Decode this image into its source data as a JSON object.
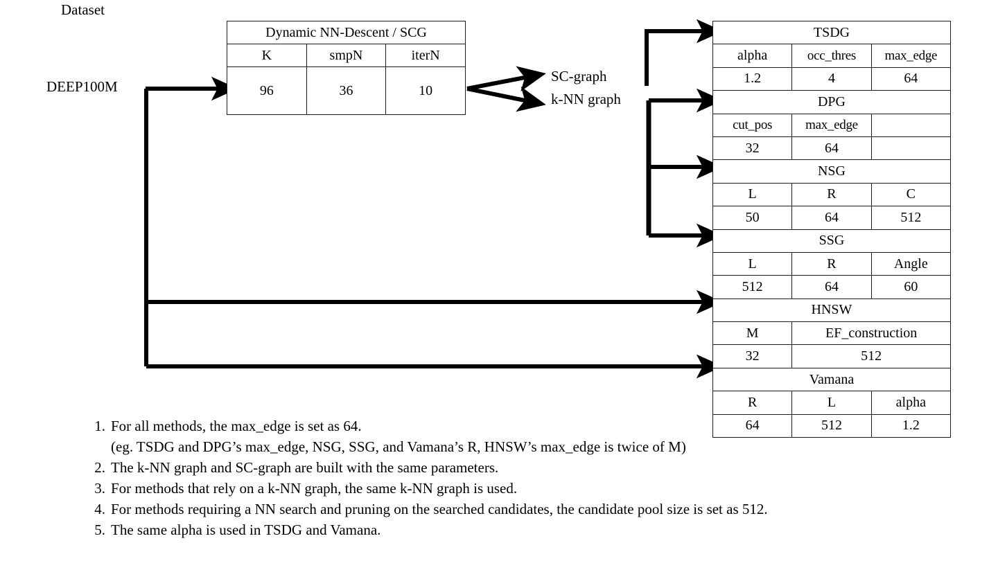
{
  "labels": {
    "dataset": "Dataset",
    "deep100m": "DEEP100M",
    "sc_graph": "SC-graph",
    "knn_graph": "k-NN graph"
  },
  "nn_descent_table": {
    "title": "Dynamic NN-Descent / SCG",
    "headers": [
      "K",
      "smpN",
      "iterN"
    ],
    "values": [
      "96",
      "36",
      "10"
    ]
  },
  "method_tables": [
    {
      "name": "TSDG",
      "headers": [
        "alpha",
        "occ_thres",
        "max_edge"
      ],
      "values": [
        "1.2",
        "4",
        "64"
      ]
    },
    {
      "name": "DPG",
      "headers": [
        "cut_pos",
        "max_edge",
        ""
      ],
      "values": [
        "32",
        "64",
        ""
      ]
    },
    {
      "name": "NSG",
      "headers": [
        "L",
        "R",
        "C"
      ],
      "values": [
        "50",
        "64",
        "512"
      ]
    },
    {
      "name": "SSG",
      "headers": [
        "L",
        "R",
        "Angle"
      ],
      "values": [
        "512",
        "64",
        "60"
      ]
    },
    {
      "name": "HNSW",
      "headers": [
        "M",
        "EF_construction"
      ],
      "values": [
        "32",
        "512"
      ]
    },
    {
      "name": "Vamana",
      "headers": [
        "R",
        "L",
        "alpha"
      ],
      "values": [
        "64",
        "512",
        "1.2"
      ]
    }
  ],
  "notes": [
    {
      "num": "1.",
      "text": "For all methods, the max_edge is set as 64.",
      "sub": "(eg. TSDG and DPG’s max_edge, NSG, SSG, and Vamana’s R, HNSW’s max_edge is twice of M)"
    },
    {
      "num": "2.",
      "text": "The k-NN graph and SC-graph are built with the same parameters.",
      "sub": ""
    },
    {
      "num": "3.",
      "text": "For methods that rely on a k-NN graph, the same k-NN graph is used.",
      "sub": ""
    },
    {
      "num": "4.",
      "text": "For methods requiring a NN search and pruning on the searched candidates, the candidate pool size is set as 512.",
      "sub": ""
    },
    {
      "num": "5.",
      "text": "The same alpha is used in TSDG and Vamana.",
      "sub": ""
    }
  ],
  "colors": {
    "line": "#000000",
    "border": "#1a1a1a",
    "background": "#ffffff"
  }
}
